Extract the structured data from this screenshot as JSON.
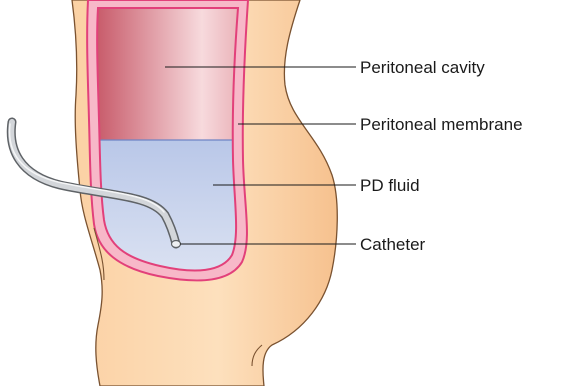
{
  "labels": {
    "peritoneal_cavity": "Peritoneal cavity",
    "peritoneal_membrane": "Peritoneal membrane",
    "pd_fluid": "PD fluid",
    "catheter": "Catheter"
  },
  "colors": {
    "skin": "#fbd1a4",
    "skin_edge": "#7a5230",
    "membrane": "#e2407a",
    "cavity_top": "#c55363",
    "cavity_light": "#f7dadd",
    "fluid": "#c8d3ec",
    "fluid_line": "#6f84c4",
    "catheter": "#c9ccd0",
    "catheter_edge": "#6b6f73"
  }
}
